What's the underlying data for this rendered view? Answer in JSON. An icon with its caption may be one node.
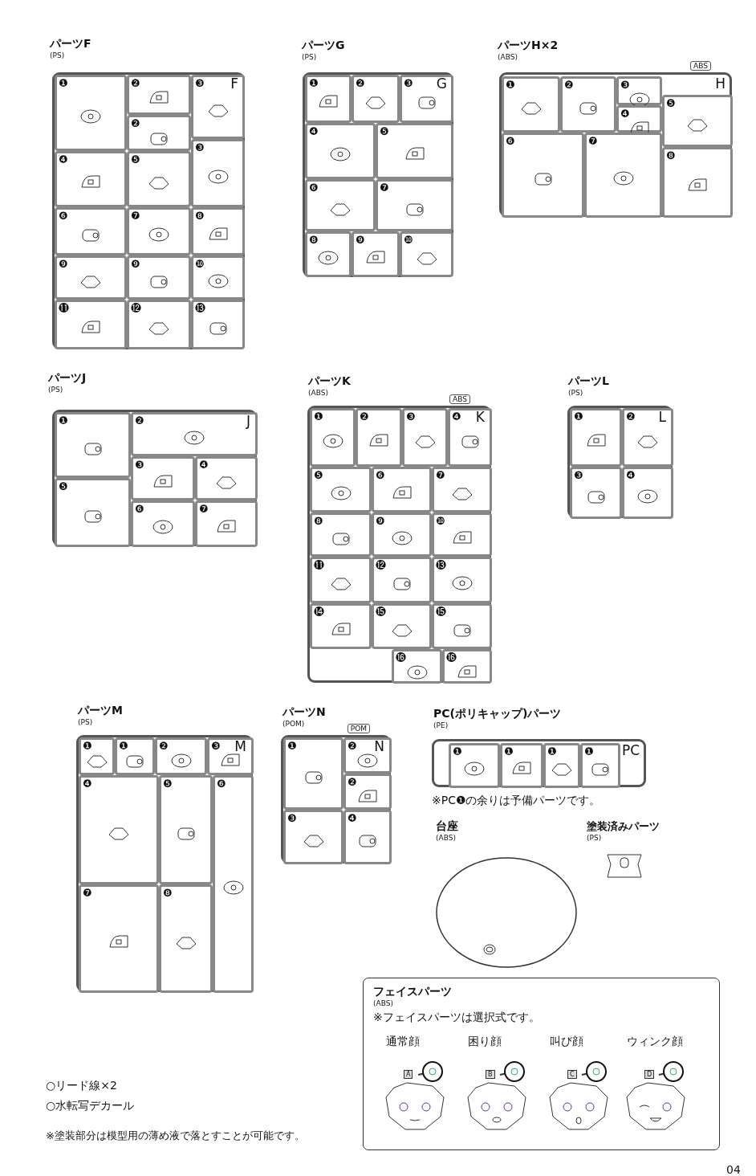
{
  "diagram": {
    "nodes": [
      {
        "text": [
          "パーツF",
          "(PS)",
          "❶",
          "❷",
          "❸",
          "F",
          "❷",
          "❸",
          "❹",
          "❺",
          "❻",
          "❼",
          "❽",
          "❾",
          "❾",
          "❿",
          "⓫",
          "⓬",
          "⓭"
        ]
      },
      {
        "text": [
          "パーツG",
          "(PS)",
          "❶",
          "❷",
          "❸",
          "G",
          "❹",
          "❺",
          "❻",
          "❼",
          "❽",
          "❾",
          "❿"
        ]
      },
      {
        "text": [
          "パーツH×2",
          "(ABS)",
          "❶",
          "❷",
          "❸",
          "ABS",
          "H",
          "❹",
          "❺",
          "❻",
          "❼",
          "❽"
        ]
      },
      {
        "text": [
          "パーツJ",
          "(PS)",
          "❶",
          "❷",
          "J",
          "❸",
          "❹",
          "❺",
          "❻",
          "❼"
        ]
      },
      {
        "text": [
          "パーツK",
          "(ABS)",
          "❶",
          "❷",
          "❸",
          "❹",
          "ABS",
          "K",
          "❺",
          "❻",
          "❼",
          "❽",
          "❾",
          "❿",
          "⓫",
          "⓬",
          "⓭",
          "⓮",
          "⓯",
          "⓯",
          "⓰",
          "⓰"
        ]
      },
      {
        "text": [
          "パーツL",
          "(PS)",
          "❶",
          "❷",
          "L",
          "❸",
          "❹"
        ]
      },
      {
        "text": [
          "パーツM",
          "(PS)",
          "❶",
          "❶",
          "❷",
          "❸",
          "M",
          "❹",
          "❺",
          "❻",
          "❼",
          "❽"
        ]
      },
      {
        "text": [
          "パーツN",
          "(POM)",
          "❶",
          "❷",
          "POM",
          "N",
          "❷",
          "❸",
          "❹"
        ]
      },
      {
        "text": [
          "PC(ポリキャップ)パーツ",
          "(PE)",
          "❶",
          "❶",
          "❶",
          "❶",
          "PC"
        ],
        "beside": [
          "※PC❶の余りは予備パーツです。"
        ]
      },
      {
        "text": [
          "台座",
          "(ABS)"
        ]
      },
      {
        "text": [
          "塗装済みパーツ",
          "(PS)"
        ]
      },
      {
        "text": [
          "フェイスパーツ",
          "(ABS)",
          "※フェイスパーツは選択式です。"
        ]
      },
      {
        "text": [
          "通常顔",
          "A"
        ],
        "in": 11
      },
      {
        "text": [
          "困り顔",
          "B"
        ],
        "in": 11
      },
      {
        "text": [
          "叫び顔",
          "C"
        ],
        "in": 11
      },
      {
        "text": [
          "ウィンク顔",
          "D"
        ],
        "in": 11
      }
    ],
    "labels": [
      "○リード線×2",
      "○水転写デカール",
      "※塗装部分は模型用の薄め液で落とすことが可能です。",
      "04"
    ]
  }
}
